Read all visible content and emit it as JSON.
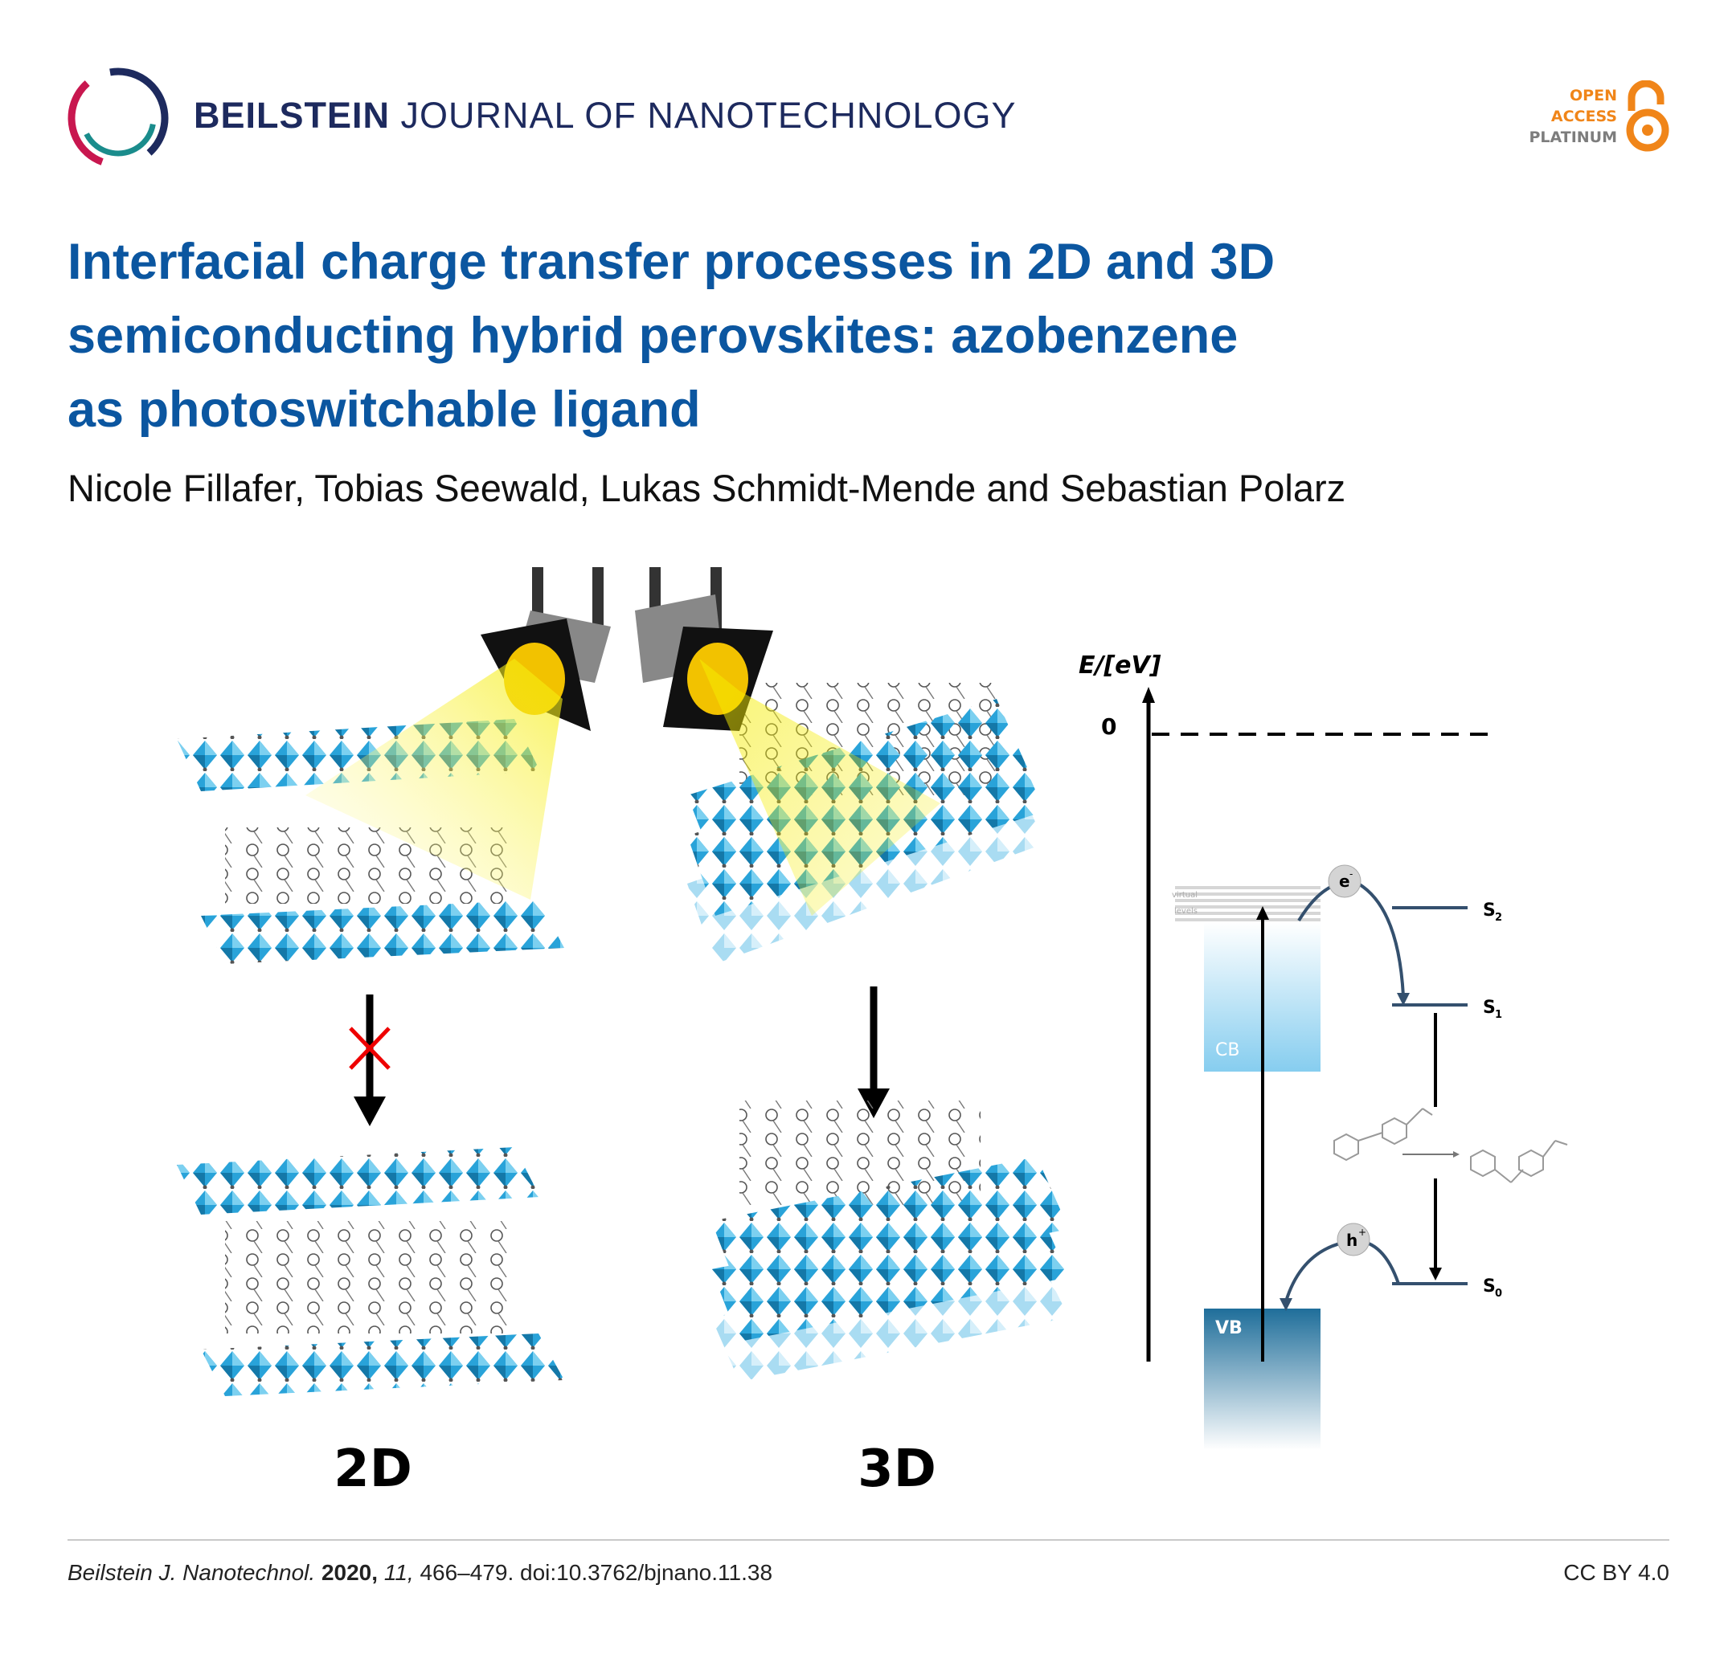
{
  "header": {
    "journal_bold": "BEILSTEIN",
    "journal_rest": "JOURNAL OF NANOTECHNOLOGY",
    "badge": {
      "line1": "OPEN",
      "line2": "ACCESS",
      "line3": "PLATINUM"
    }
  },
  "article": {
    "title_lines": [
      "Interfacial charge transfer processes in 2D and 3D",
      "semiconducting hybrid perovskites: azobenzene",
      "as photoswitchable ligand"
    ],
    "authors": "Nicole Fillafer, Tobias Seewald, Lukas Schmidt-Mende and Sebastian Polarz"
  },
  "figure": {
    "label_2d": "2D",
    "label_3d": "3D",
    "diagram": {
      "axis_label": "E/[eV]",
      "zero": "0",
      "virtual_1": "virtual",
      "virtual_2": "levels",
      "cb": "CB",
      "vb": "VB",
      "electron": "e",
      "hole": "h",
      "s2": "S",
      "s2_sub": "2",
      "s1": "S",
      "s1_sub": "1",
      "s0": "S",
      "s0_sub": "0"
    }
  },
  "footer": {
    "journal": "Beilstein J. Nanotechnol.",
    "year": "2020,",
    "volume": "11,",
    "pages_doi": "466–479. doi:10.3762/bjnano.11.38",
    "license": "CC BY 4.0"
  },
  "colors": {
    "title": "#0b56a0",
    "brand": "#1d2a5e",
    "open_access": "#f08519"
  }
}
